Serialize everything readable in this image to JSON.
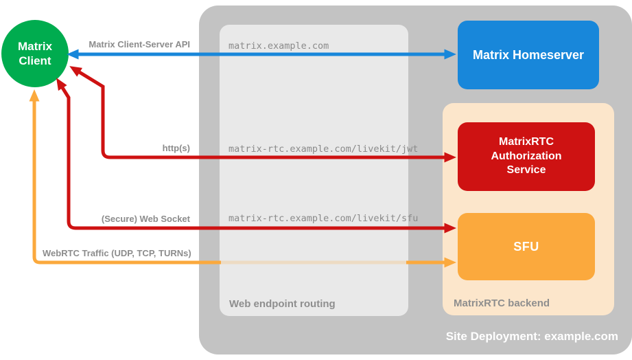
{
  "diagram": {
    "site_title": "Site Deployment: example.com",
    "nodes": {
      "client": "Matrix Client",
      "homeserver": "Matrix Homeserver",
      "auth_service": "MatrixRTC Authorization Service",
      "sfu": "SFU"
    },
    "containers": {
      "routing": "Web endpoint routing",
      "backend": "MatrixRTC backend"
    },
    "edges": {
      "api": "Matrix Client-Server API",
      "http": "http(s)",
      "websocket": "(Secure) Web Socket",
      "webrtc": "WebRTC Traffic (UDP, TCP, TURNs)"
    },
    "urls": {
      "homeserver": "matrix.example.com",
      "jwt": "matrix-rtc.example.com/livekit/jwt",
      "sfu": "matrix-rtc.example.com/livekit/sfu"
    }
  },
  "colors": {
    "green": "#00AC4F",
    "blue": "#1887DA",
    "red": "#CE1212",
    "orange": "#FBA93D",
    "peach": "#FCE6CB",
    "gray_outer": "#C3C3C3",
    "gray_inner": "#E9E9E9"
  }
}
